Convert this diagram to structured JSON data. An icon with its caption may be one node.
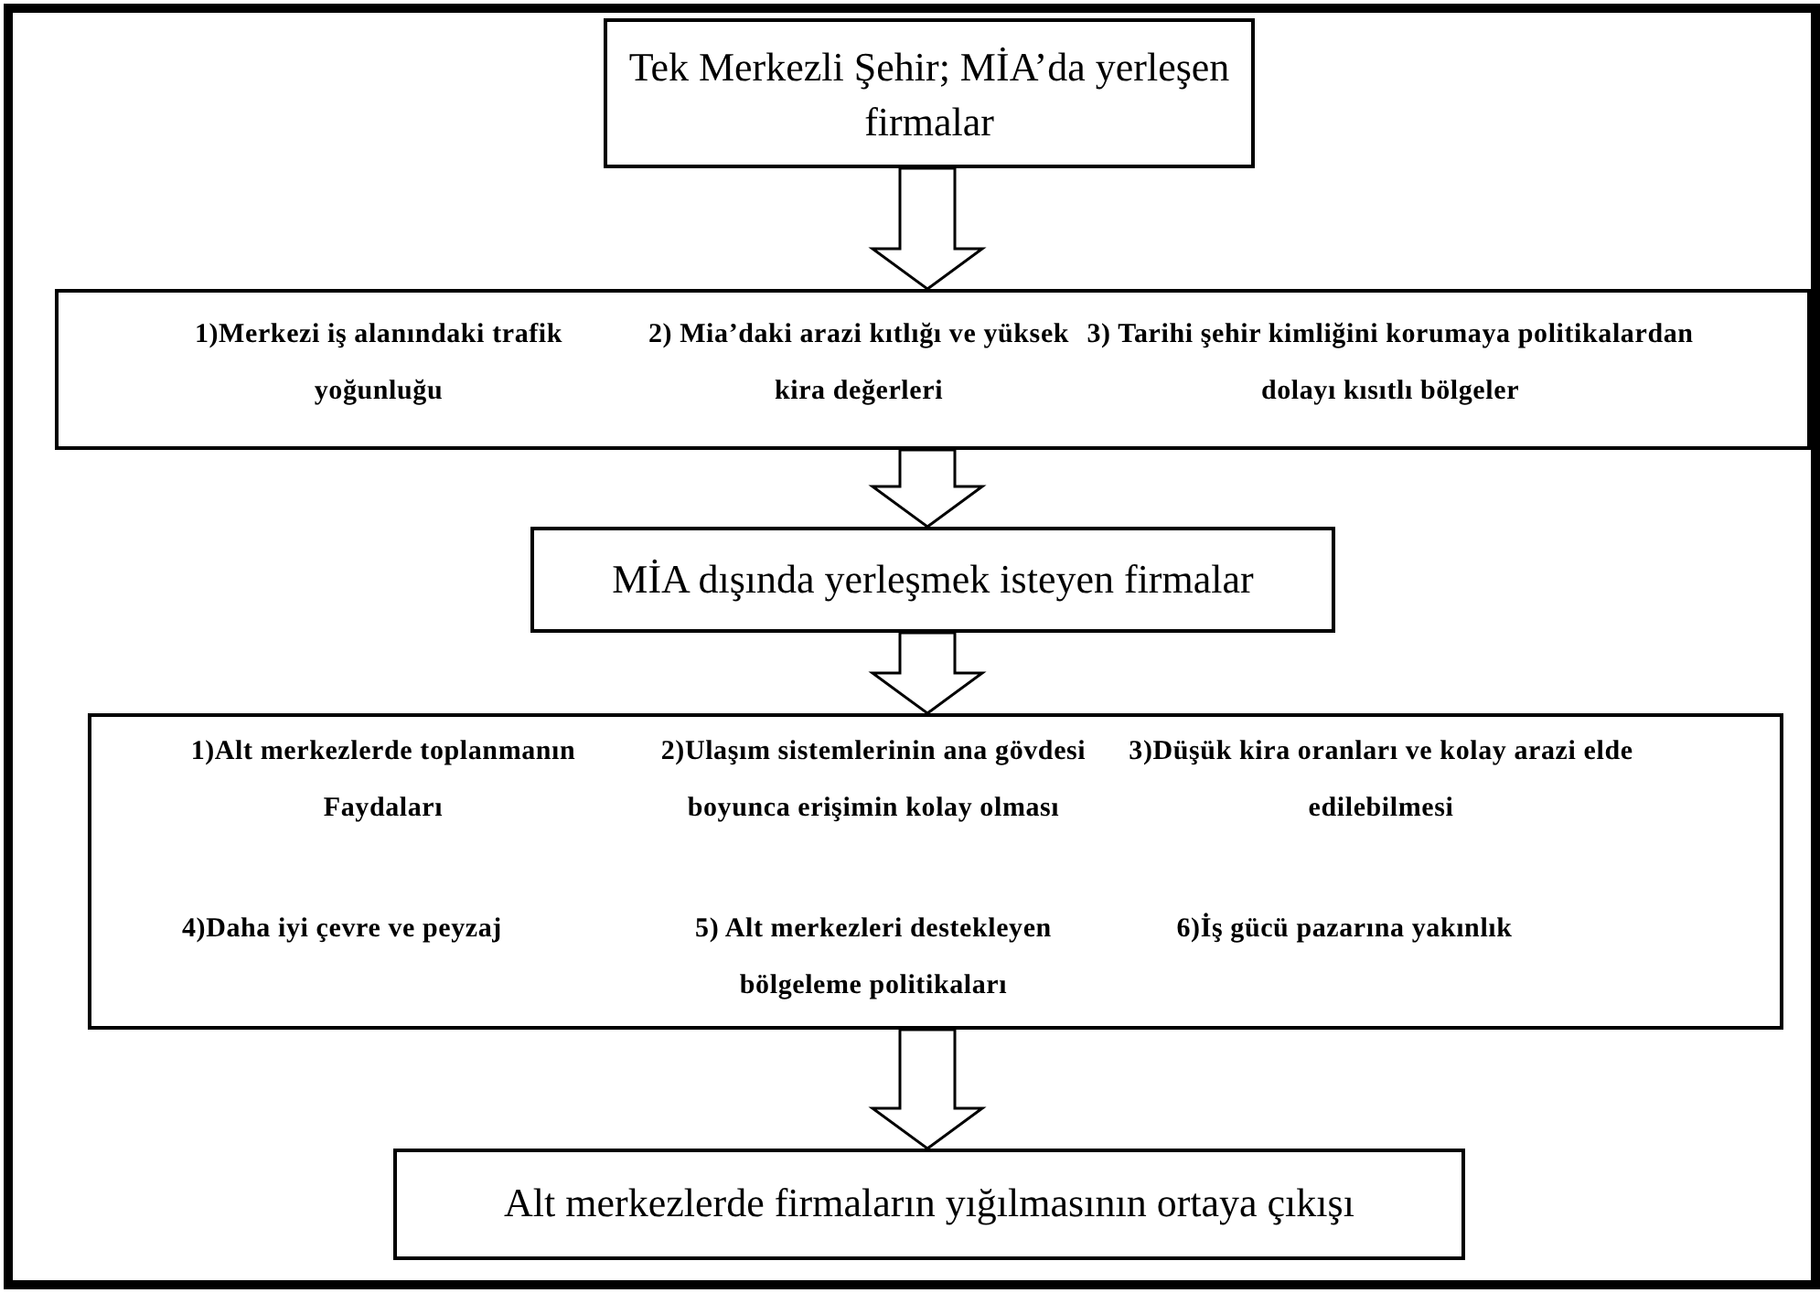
{
  "diagram": {
    "nodes": [
      {
        "text": [
          "Tek Merkezli Şehir; MİA’da yerleşen firmalar"
        ]
      },
      {
        "text": [
          "1)Merkezi iş alanındaki trafik yoğunluğu",
          "2) Mia’daki arazi kıtlığı ve yüksek kira değerleri",
          "3) Tarihi şehir kimliğini korumaya politikalardan dolayı kısıtlı bölgeler"
        ]
      },
      {
        "text": [
          "MİA dışında yerleşmek isteyen firmalar"
        ]
      },
      {
        "text": [
          "1)Alt merkezlerde toplanmanın Faydaları",
          "2)Ulaşım sistemlerinin ana gövdesi boyunca erişimin kolay olması",
          "3)Düşük kira oranları ve kolay arazi elde edilebilmesi",
          "4)Daha iyi çevre ve peyzaj",
          "5) Alt merkezleri destekleyen bölgeleme politikaları",
          "6)İş gücü pazarına yakınlık"
        ]
      },
      {
        "text": [
          "Alt merkezlerde firmaların yığılmasının ortaya çıkışı"
        ]
      }
    ],
    "edges": [
      {
        "from": 0,
        "to": 1,
        "arrow": "to"
      },
      {
        "from": 1,
        "to": 2,
        "arrow": "to"
      },
      {
        "from": 2,
        "to": 3,
        "arrow": "to"
      },
      {
        "from": 3,
        "to": 4,
        "arrow": "to"
      }
    ]
  }
}
